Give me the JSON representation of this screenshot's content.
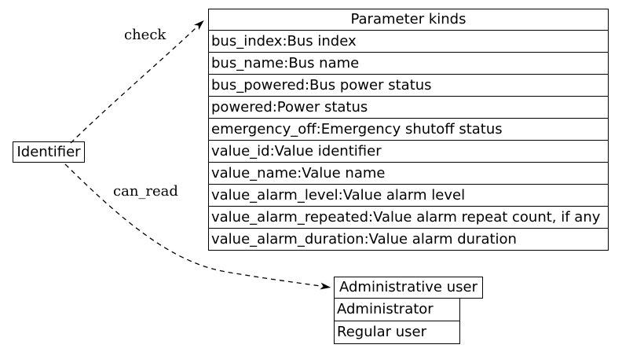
{
  "colors": {
    "background": "#ffffff",
    "line": "#000000",
    "text": "#000000"
  },
  "nodes": {
    "identifier": {
      "label": "Identifier"
    },
    "parameter_kinds": {
      "title": "Parameter kinds",
      "rows": [
        "bus_index:Bus index",
        "bus_name:Bus name",
        "bus_powered:Bus power status",
        "powered:Power status",
        "emergency_off:Emergency shutoff status",
        "value_id:Value identifier",
        "value_name:Value name",
        "value_alarm_level:Value alarm level",
        "value_alarm_repeated:Value alarm repeat count, if any",
        "value_alarm_duration:Value alarm duration"
      ]
    },
    "admin_user": {
      "title": "Administrative user",
      "rows": [
        "Administrator",
        "Regular user"
      ]
    }
  },
  "edges": {
    "check": {
      "label": "check"
    },
    "can_read": {
      "label": "can_read"
    }
  }
}
